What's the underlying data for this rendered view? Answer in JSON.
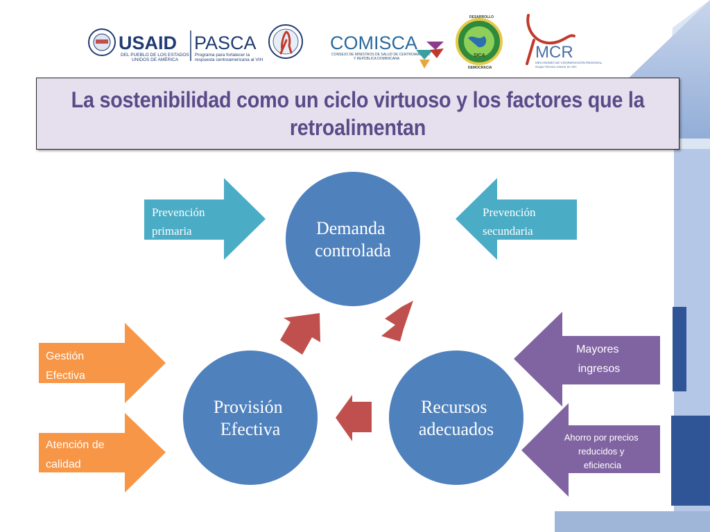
{
  "title": "La sostenibilidad como un ciclo virtuoso y los factores que la retroalimentan",
  "logos": {
    "usaid": {
      "name": "USAID",
      "sub1": "DEL PUEBLO DE LOS ESTADOS",
      "sub2": "UNIDOS DE AMÉRICA"
    },
    "pasca": {
      "name": "PASCA",
      "sub1": "Programa para fortalecer la",
      "sub2": "respuesta centroamericana al VIH"
    },
    "comisca": {
      "name": "COMISCA",
      "sub1": "CONSEJO DE MINISTROS DE SALUD DE CENTROAMÉRICA",
      "sub2": "Y REPÚBLICA DOMINICANA"
    },
    "sica": {
      "top": "DESARROLLO",
      "middle": "SICA",
      "bottom": "DEMOCRACIA"
    },
    "mcr": {
      "name": "MCR",
      "sub1": "MECANISMO DE COORDINACIÓN REGIONAL",
      "sub2": "Grupo Técnico Asesor en VIH"
    }
  },
  "cycle": {
    "top": [
      "Demanda",
      "controlada"
    ],
    "right": [
      "Recursos",
      "adecuados"
    ],
    "left": [
      "Provisión",
      "Efectiva"
    ]
  },
  "factors": {
    "prev_primaria": [
      "Prevención",
      "primaria"
    ],
    "prev_secundaria": [
      "Prevención",
      "secundaria"
    ],
    "gestion": [
      "Gestión",
      "Efectiva"
    ],
    "atencion": [
      "Atención de",
      "calidad"
    ],
    "mayores": [
      "Mayores",
      "ingresos"
    ],
    "ahorro": [
      "Ahorro por precios",
      "reducidos y",
      "eficiencia"
    ]
  },
  "colors": {
    "circle": "#4f81bd",
    "cycle_arrow": "#c0504d",
    "teal": "#4bacc6",
    "orange": "#f79646",
    "purple": "#8064a2",
    "title_bg": "#e6e0ee",
    "title_text": "#5b4a88",
    "deco_light": "#9fb6d9",
    "deco_dark": "#2f5597"
  }
}
